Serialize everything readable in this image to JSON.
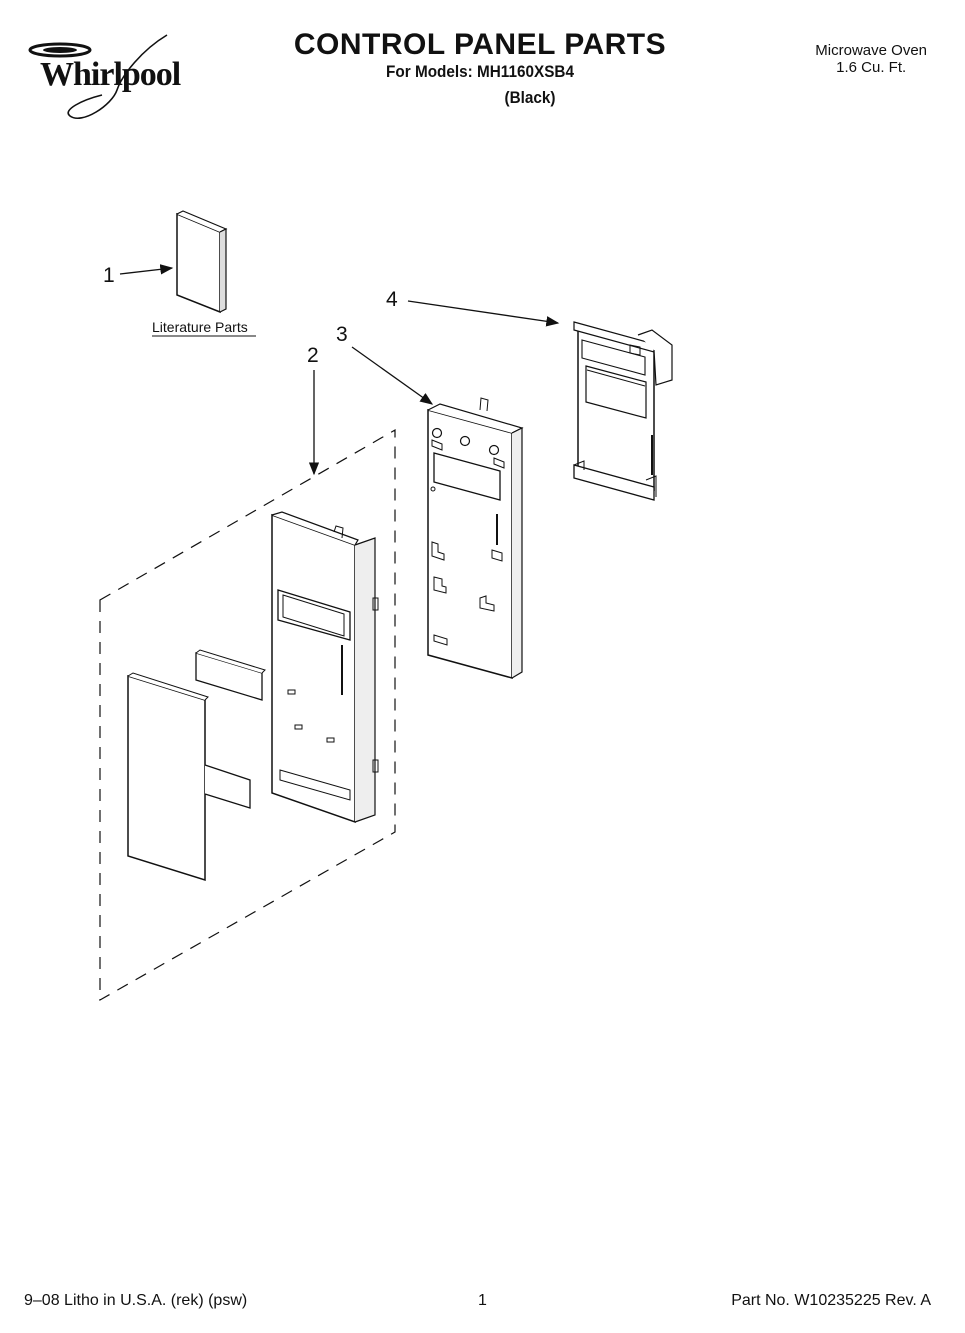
{
  "header": {
    "brand": "Whirlpool",
    "title": "CONTROL PANEL PARTS",
    "models": "For Models: MH1160XSB4",
    "color": "(Black)",
    "product_line1": "Microwave Oven",
    "product_line2": "1.6 Cu. Ft."
  },
  "diagram": {
    "callouts": [
      "1",
      "2",
      "3",
      "4"
    ],
    "literature_label": "Literature Parts"
  },
  "footer": {
    "litho": "9–08 Litho in U.S.A. (rek) (psw)",
    "page": "1",
    "part_no": "Part No. W10235225 Rev. A"
  }
}
